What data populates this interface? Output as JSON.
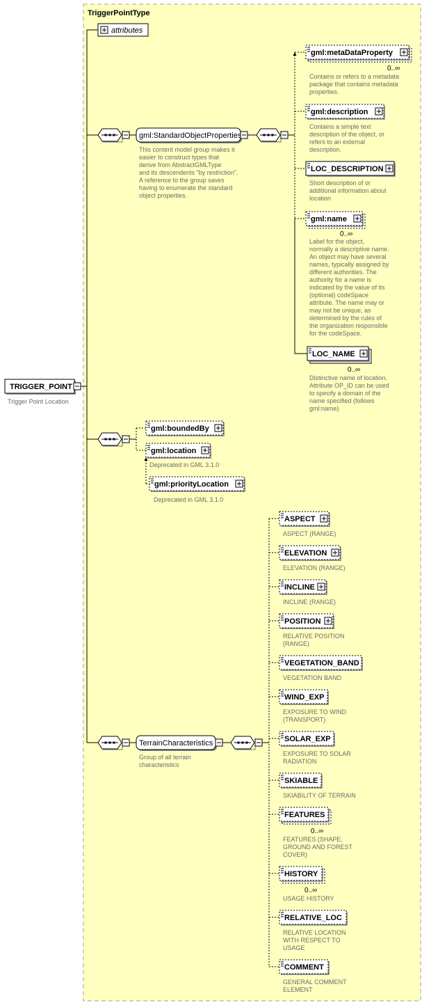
{
  "container": {
    "title": "TriggerPointType"
  },
  "root": {
    "label": "TRIGGER_POINT",
    "description": "Trigger Point Location"
  },
  "attributes": {
    "label": "attributes"
  },
  "groups": {
    "standard": {
      "label": "gml:StandardObjectProperties",
      "description": [
        "This content model group makes it",
        "easier to construct types that",
        "      derive from AbstractGMLType",
        "and its descendents \"by restriction\".",
        "      A reference to the group saves",
        "having to enumerate the standard",
        "object properties."
      ]
    },
    "terrain": {
      "label": "TerrainCharacteristics",
      "description": [
        "Group of all terrain",
        "characteristics"
      ]
    }
  },
  "standard_elements": [
    {
      "label": "gml:metaDataProperty",
      "cardinality": "0..∞",
      "description": [
        "Contains or refers to a metadata",
        "package that contains metadata",
        "properties."
      ]
    },
    {
      "label": "gml:description",
      "cardinality": "",
      "description": [
        "Contains a simple text",
        "description of the object, or",
        "refers to an external",
        "description."
      ]
    },
    {
      "label": "LOC_DESCRIPTION",
      "cardinality": "",
      "description": [
        "Short description of or",
        "additional information about",
        "location"
      ]
    },
    {
      "label": "gml:name",
      "cardinality": "0..∞",
      "description": [
        "Label for the object,",
        "normally a descriptive name.",
        "An object may have several",
        "names, typically assigned by",
        "different authorities.  The",
        "authority for a name is",
        "indicated by the value of its",
        "(optional) codeSpace",
        "attribute.  The name may or",
        "may not be unique, as",
        "determined by the rules of",
        "the organization responsible",
        "for the codeSpace."
      ]
    },
    {
      "label": "LOC_NAME",
      "cardinality": "0..∞",
      "description": [
        "Distinctive name of location.",
        "Attribute OP_ID can be used",
        "to specify a domain of the",
        "name specified (follows",
        "gml:name)"
      ]
    }
  ],
  "location_elements": [
    {
      "label": "gml:boundedBy",
      "description": []
    },
    {
      "label": "gml:location",
      "description": [
        "Deprecated in GML 3.1.0"
      ]
    },
    {
      "label": "gml:priorityLocation",
      "description": [
        "Deprecated in GML 3.1.0"
      ]
    }
  ],
  "terrain_elements": [
    {
      "label": "ASPECT",
      "cardinality": "",
      "description": [
        "ASPECT (RANGE)"
      ]
    },
    {
      "label": "ELEVATION",
      "cardinality": "",
      "description": [
        "ELEVATION (RANGE)"
      ]
    },
    {
      "label": "INCLINE",
      "cardinality": "",
      "description": [
        "INCLINE (RANGE)"
      ]
    },
    {
      "label": "POSITION",
      "cardinality": "",
      "description": [
        "RELATIVE POSITION",
        "(RANGE)"
      ]
    },
    {
      "label": "VEGETATION_BAND",
      "cardinality": "",
      "description": [
        "VEGETATION BAND"
      ]
    },
    {
      "label": "WIND_EXP",
      "cardinality": "",
      "description": [
        "EXPOSURE TO WIND",
        "(TRANSPORT)"
      ]
    },
    {
      "label": "SOLAR_EXP",
      "cardinality": "",
      "description": [
        "EXPOSURE TO SOLAR",
        "RADIATION"
      ]
    },
    {
      "label": "SKIABLE",
      "cardinality": "",
      "description": [
        "SKIABILITY OF TERRAIN"
      ]
    },
    {
      "label": "FEATURES",
      "cardinality": "0..∞",
      "description": [
        "FEATURES (SHAPE,",
        "GROUND AND FOREST",
        "COVER)"
      ]
    },
    {
      "label": "HISTORY",
      "cardinality": "0..∞",
      "description": [
        "USAGE HISTORY"
      ]
    },
    {
      "label": "RELATIVE_LOC",
      "cardinality": "",
      "description": [
        "RELATIVE LOCATION",
        "WITH RESPECT TO",
        "USAGE"
      ]
    },
    {
      "label": "COMMENT",
      "cardinality": "",
      "description": [
        "GENERAL COMMENT",
        "ELEMENT"
      ]
    }
  ],
  "colors": {
    "background": "#ffffff",
    "container_fill": "#ffffc0",
    "container_border": "#a0a0a0",
    "description_text": "#6a6a6a"
  }
}
